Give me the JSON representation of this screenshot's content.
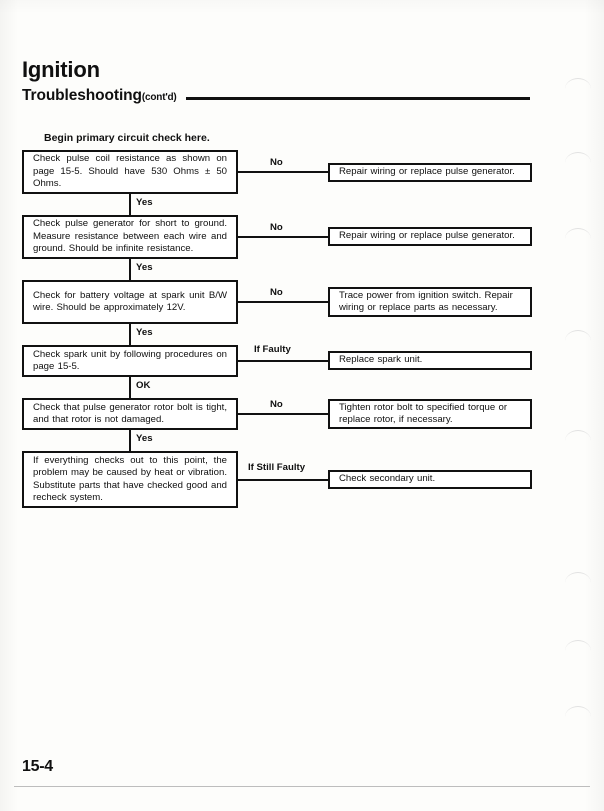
{
  "header": {
    "title": "Ignition",
    "subtitle": "Troubleshooting",
    "subtitle_suffix": "(cont'd)"
  },
  "footer": {
    "page_number": "15-4"
  },
  "chart_data": {
    "type": "flowchart",
    "title": "Ignition Troubleshooting (cont'd)",
    "intro_note": "Begin primary circuit check here.",
    "steps": [
      {
        "id": "step-1",
        "check": "Check pulse coil resistance as shown on page 15-5. Should have 530 Ohms ± 50 Ohms.",
        "fail_label": "No",
        "fail_action": "Repair wiring or replace pulse generator.",
        "pass_label": "Yes"
      },
      {
        "id": "step-2",
        "check": "Check pulse generator for short to ground. Measure resistance between each wire and ground. Should be infinite resistance.",
        "fail_label": "No",
        "fail_action": "Repair wiring or replace pulse generator.",
        "pass_label": "Yes"
      },
      {
        "id": "step-3",
        "check": "Check for battery voltage at spark unit B/W wire. Should be approximately 12V.",
        "fail_label": "No",
        "fail_action": "Trace power from ignition switch. Repair wiring or replace parts as necessary.",
        "pass_label": "Yes"
      },
      {
        "id": "step-4",
        "check": "Check spark unit by following procedures on page 15-5.",
        "fail_label": "If Faulty",
        "fail_action": "Replace spark unit.",
        "pass_label": "OK"
      },
      {
        "id": "step-5",
        "check": "Check that pulse generator rotor bolt is tight, and that rotor is not damaged.",
        "fail_label": "No",
        "fail_action": "Tighten rotor bolt to specified torque or replace rotor, if necessary.",
        "pass_label": "Yes"
      },
      {
        "id": "step-6",
        "check": "If everything checks out to this point, the problem may be caused by heat or vibration. Substitute parts that have checked good and recheck system.",
        "fail_label": "If Still Faulty",
        "fail_action": "Check secondary unit.",
        "pass_label": ""
      }
    ],
    "colors": {
      "ink": "#111111",
      "paper": "#fdfdfb"
    }
  }
}
